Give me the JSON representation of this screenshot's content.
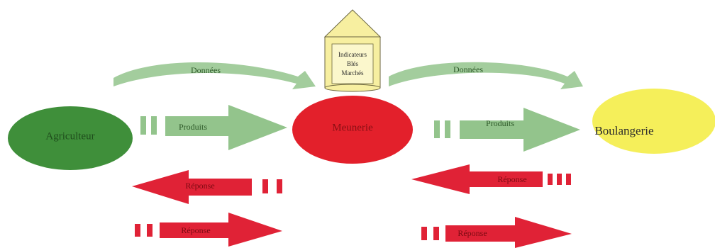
{
  "nodes": {
    "agriculteur": {
      "label": "Agriculteur",
      "color": "#3f8f3a",
      "text_color": "#1f4d1c"
    },
    "meunerie": {
      "label": "Meunerie",
      "color": "#e3202b",
      "text_color": "#8a0f14"
    },
    "boulangerie": {
      "label": "Boulangerie",
      "color": "#f5ef5a",
      "text_color": "#2b2b2b"
    }
  },
  "database": {
    "lines": [
      "Indicateurs",
      "Blés",
      "Marchés"
    ],
    "color": "#f7efa0"
  },
  "arrows": {
    "donnees_left": "Données",
    "donnees_right": "Données",
    "produits_left": "Produits",
    "produits_right": "Produits",
    "reponse_left_top": "Réponse",
    "reponse_right_top": "Réponse",
    "reponse_left_bottom": "Réponse",
    "reponse_right_bottom": "Réponse"
  },
  "colors": {
    "green_arrow": "#93c48c",
    "red_arrow": "#e02236",
    "label_dark": "#2f5a2a",
    "label_red": "#7c0a12"
  }
}
